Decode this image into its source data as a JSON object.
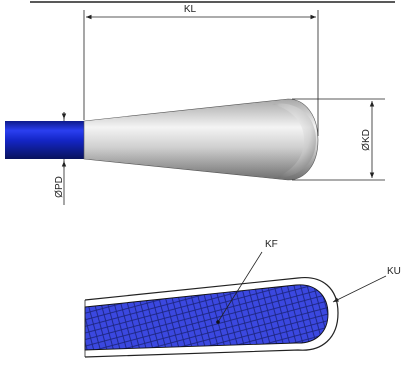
{
  "dimensions": {
    "kl": "KL",
    "kd": "ØKD",
    "pd": "ØPD"
  },
  "callouts": {
    "kf": "KF",
    "ku": "KU"
  },
  "colors": {
    "shaft": "#1a2fd6",
    "shaft_dark": "#0b1870",
    "head_light": "#f2f2f2",
    "head_dark": "#8a8a8a",
    "hatch_fill": "#3b48e0",
    "line": "#222222"
  }
}
